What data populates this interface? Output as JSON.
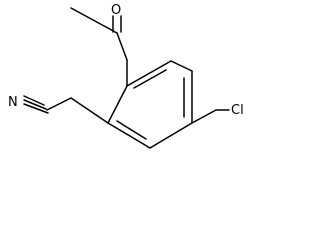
{
  "molecule": {
    "atoms": {
      "oxygen": "O",
      "nitrogen": "N",
      "chlorine": "Cl"
    }
  }
}
